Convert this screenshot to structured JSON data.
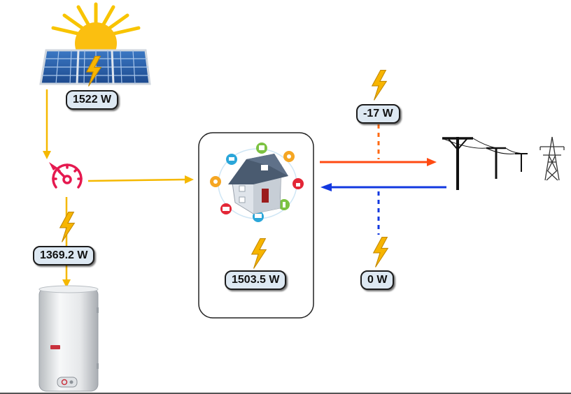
{
  "solar": {
    "value": "1522 W"
  },
  "heater": {
    "value": "1369.2 W"
  },
  "house": {
    "value": "1503.5 W"
  },
  "grid_export": {
    "value": "-17 W"
  },
  "grid_import": {
    "value": "0 W"
  },
  "colors": {
    "solar_flow": "#f5b800",
    "export_flow": "#ff4a12",
    "import_flow": "#1238e0",
    "bolt": "#f7b500",
    "gauge": "#e5194f"
  },
  "icons": [
    "sun-icon",
    "solar-panel-icon",
    "bolt-icon",
    "gauge-icon",
    "water-heater-icon",
    "smart-house-icon",
    "power-pole-icon",
    "transmission-tower-icon"
  ]
}
